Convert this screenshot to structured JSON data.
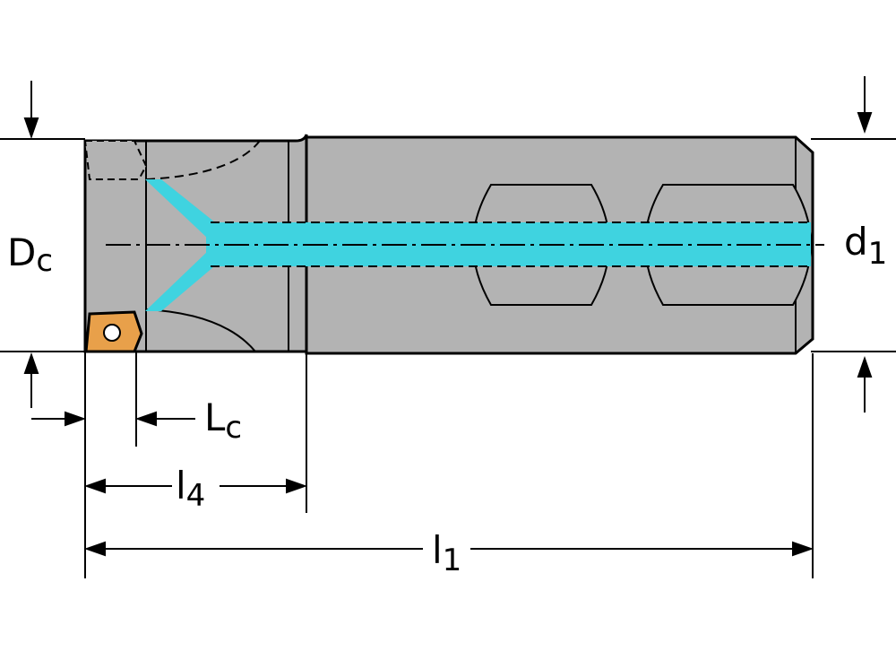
{
  "labels": {
    "Dc_main": "D",
    "Dc_sub": "c",
    "d1_main": "d",
    "d1_sub": "1",
    "Lc_main": "L",
    "Lc_sub": "c",
    "l4_main": "l",
    "l4_sub": "4",
    "l1_main": "l",
    "l1_sub": "1"
  },
  "colors": {
    "body": "#b3b3b3",
    "coolant": "#3fd3e0",
    "insert": "#e8a04a",
    "line": "#000000"
  }
}
